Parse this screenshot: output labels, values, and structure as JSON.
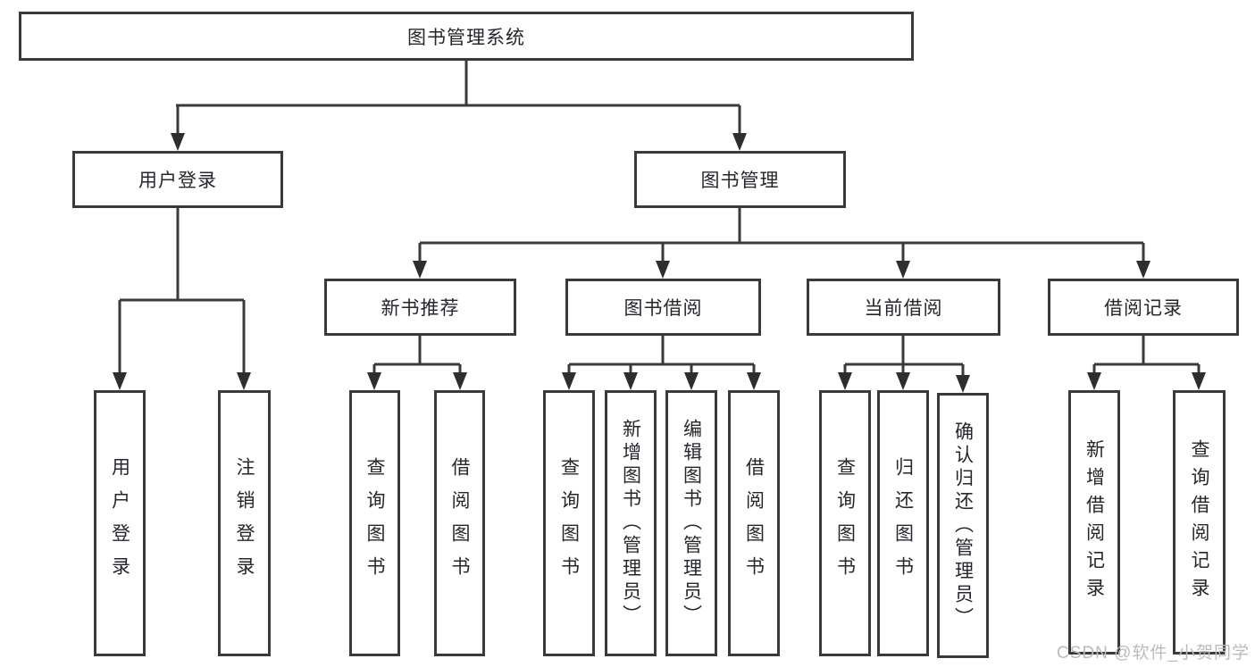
{
  "diagram": {
    "title": "图书管理系统",
    "user_login": {
      "label": "用户登录",
      "children": [
        "用户登录",
        "注销登录"
      ]
    },
    "book_mgmt": {
      "label": "图书管理",
      "new_book_rec": {
        "label": "新书推荐",
        "children": [
          "查询图书",
          "借阅图书"
        ]
      },
      "book_borrow": {
        "label": "图书借阅",
        "children": [
          "查询图书",
          "新增图书（管理员）",
          "编辑图书（管理员）",
          "借阅图书"
        ]
      },
      "current_borrow": {
        "label": "当前借阅",
        "children": [
          "查询图书",
          "归还图书",
          "确认归还（管理员）"
        ]
      },
      "borrow_record": {
        "label": "借阅记录",
        "children": [
          "新增借阅记录",
          "查询借阅记录"
        ]
      }
    }
  },
  "colors": {
    "line": "#3a3a3a",
    "box_border": "#3a3a3a",
    "text": "#24272b",
    "background": "#ffffff",
    "watermark": "#bcbabe"
  },
  "watermark": {
    "text": "CSDN @软件_小贺同学"
  }
}
